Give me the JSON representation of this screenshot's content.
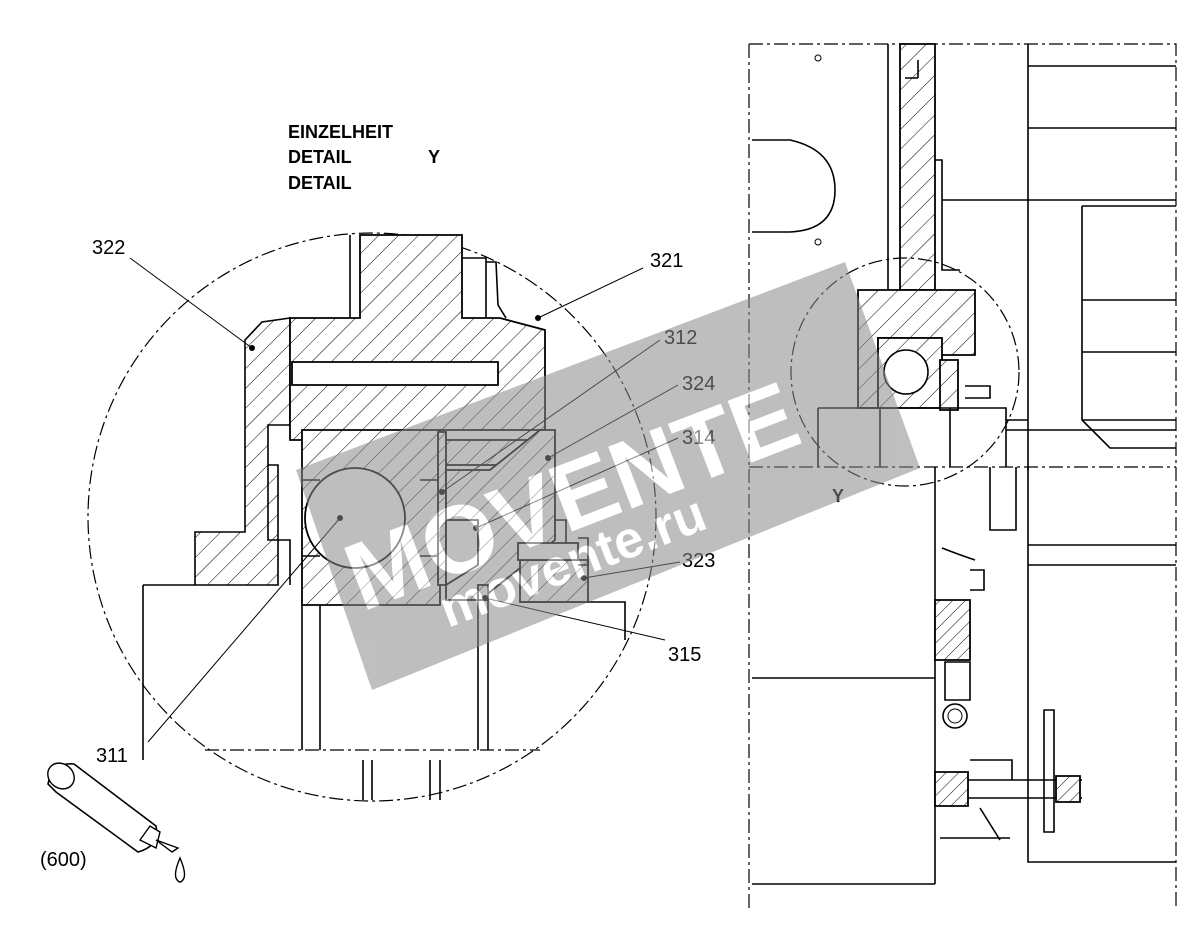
{
  "detail_heading": {
    "line1": "EINZELHEIT",
    "line2": "DETAIL",
    "line3": "DETAIL",
    "view_letter": "Y"
  },
  "part_labels": {
    "p322": "322",
    "p321": "321",
    "p312": "312",
    "p324": "324",
    "p314": "314",
    "p323": "323",
    "p315": "315",
    "p311": "311"
  },
  "consumable": {
    "label": "(600)"
  },
  "overview": {
    "detail_marker": "Y"
  },
  "watermark": {
    "brand": "MOVENTE",
    "site": "movente.ru",
    "color": "#8a8a8a"
  }
}
